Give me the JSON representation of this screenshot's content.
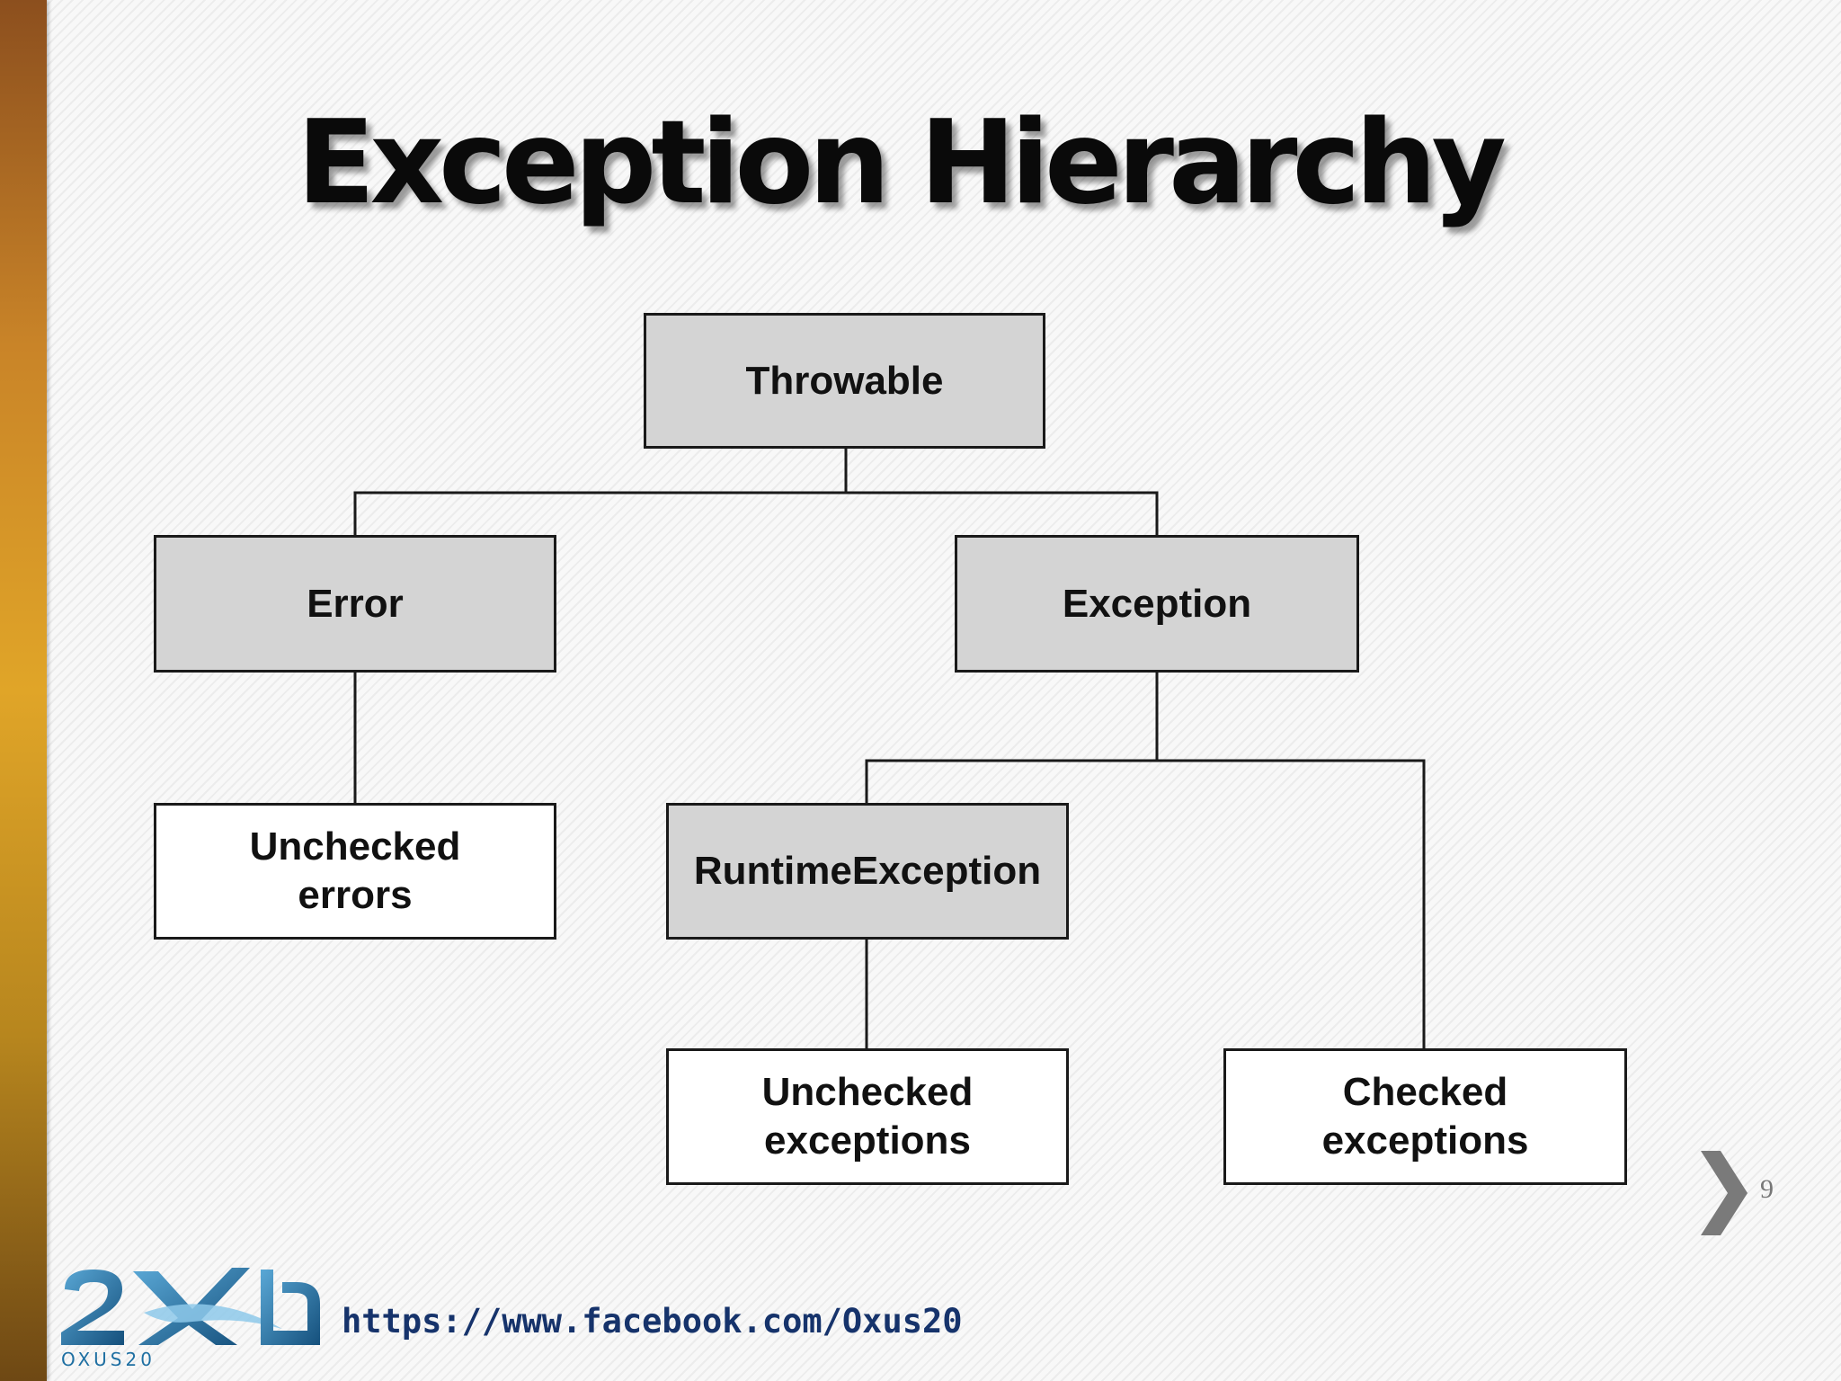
{
  "slide": {
    "title": "Exception Hierarchy",
    "page_number": "9"
  },
  "diagram": {
    "nodes": {
      "throwable": "Throwable",
      "error": "Error",
      "exception": "Exception",
      "unchecked_errors": "Unchecked\nerrors",
      "runtime_exception": "RuntimeException",
      "unchecked_exceptions": "Unchecked\nexceptions",
      "checked_exceptions": "Checked\nexceptions"
    }
  },
  "footer": {
    "url": "https://www.facebook.com/Oxus20",
    "logo_caption": "OXUS20"
  },
  "icons": {
    "next": "chevron-right-icon",
    "logo": "oxus20-logo"
  },
  "colors": {
    "class_fill": "#d4d4d4",
    "category_fill": "#ffffff",
    "accent_band": "#e0a528",
    "url_color": "#16336b",
    "logo_blue": "#1e6fa2"
  }
}
